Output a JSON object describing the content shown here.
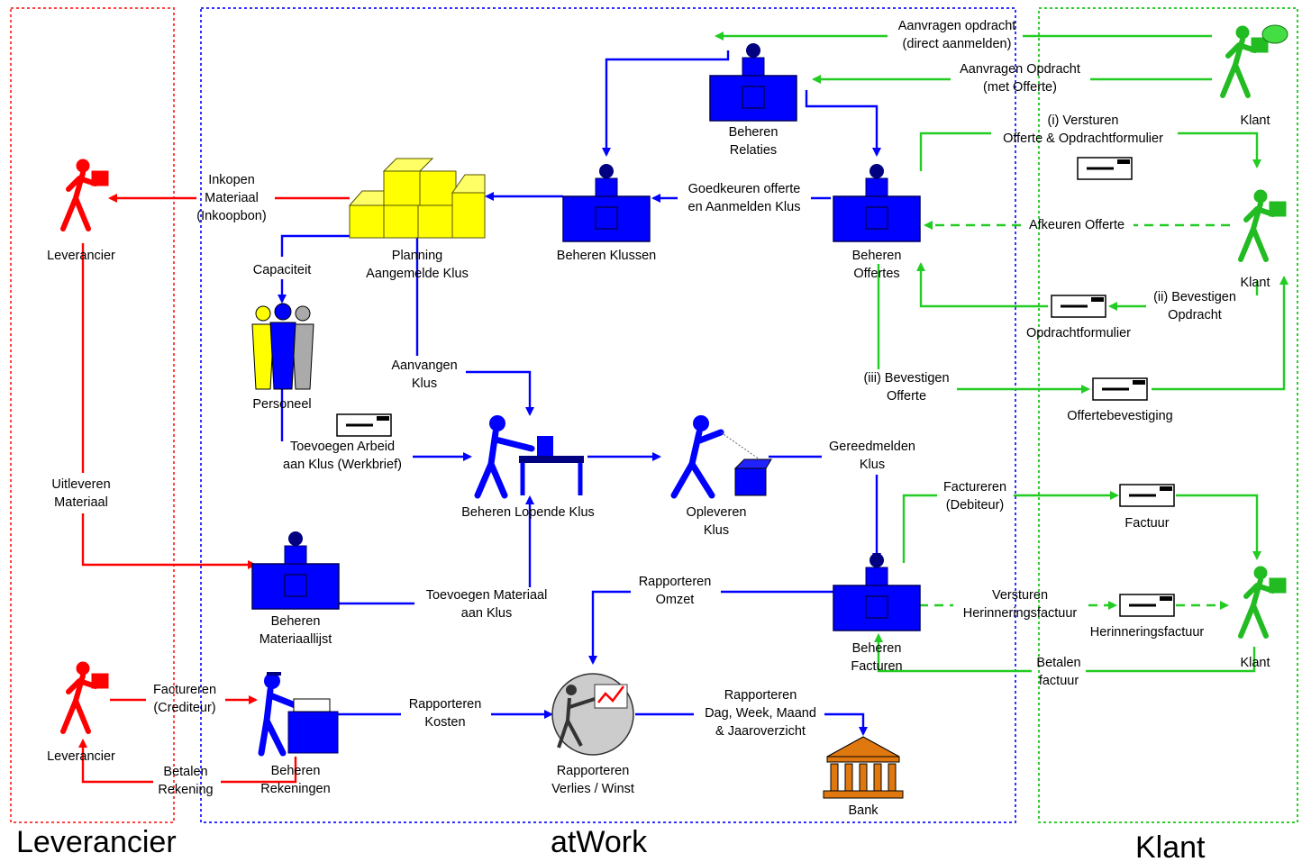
{
  "zones": {
    "left": "Leverancier",
    "middle": "atWork",
    "right": "Klant"
  },
  "colors": {
    "red": "#ff0000",
    "blue": "#0000ff",
    "green": "#22cc22",
    "yellow": "#ffff00",
    "bank": "#e07810"
  },
  "nodes": {
    "leverancier_top": "Leverancier",
    "leverancier_bottom": "Leverancier",
    "beheren_relaties_1": "Beheren",
    "beheren_relaties_2": "Relaties",
    "planning_1": "Planning",
    "planning_2": "Aangemelde Klus",
    "beheren_klussen": "Beheren Klussen",
    "beheren_offertes_1": "Beheren",
    "beheren_offertes_2": "Offertes",
    "personeel": "Personeel",
    "beheren_lopende_klus": "Beheren Lopende Klus",
    "opleveren_1": "Opleveren",
    "opleveren_2": "Klus",
    "beheren_materiaallijst_1": "Beheren",
    "beheren_materiaallijst_2": "Materiaallijst",
    "beheren_facturen_1": "Beheren",
    "beheren_facturen_2": "Facturen",
    "beheren_rekeningen_1": "Beheren",
    "beheren_rekeningen_2": "Rekeningen",
    "rapporteren_vw_1": "Rapporteren",
    "rapporteren_vw_2": "Verlies / Winst",
    "bank": "Bank",
    "klant_1": "Klant",
    "klant_2": "Klant",
    "klant_3": "Klant"
  },
  "documents": {
    "opdrachtformulier": "Opdrachtformulier",
    "offertebevestiging": "Offertebevestiging",
    "factuur": "Factuur",
    "herinneringsfactuur": "Herinneringsfactuur"
  },
  "flows": {
    "aanvragen_direct_1": "Aanvragen opdracht",
    "aanvragen_direct_2": "(direct aanmelden)",
    "aanvragen_offerte_1": "Aanvragen Opdracht",
    "aanvragen_offerte_2": "(met Offerte)",
    "versturen_offerte_1": "(i) Versturen",
    "versturen_offerte_2": "Offerte & Opdrachtformulier",
    "afkeuren_offerte": "Afkeuren Offerte",
    "bevestigen_opdracht_1": "(ii) Bevestigen",
    "bevestigen_opdracht_2": "Opdracht",
    "bevestigen_offerte_1": "(iii) Bevestigen",
    "bevestigen_offerte_2": "Offerte",
    "goedkeuren_1": "Goedkeuren offerte",
    "goedkeuren_2": "en Aanmelden Klus",
    "inkopen_1": "Inkopen",
    "inkopen_2": "Materiaal",
    "inkopen_3": "(Inkoopbon)",
    "capaciteit": "Capaciteit",
    "aanvangen_1": "Aanvangen",
    "aanvangen_2": "Klus",
    "toevoegen_arbeid_1": "Toevoegen Arbeid",
    "toevoegen_arbeid_2": "aan Klus (Werkbrief)",
    "gereedmelden_1": "Gereedmelden",
    "gereedmelden_2": "Klus",
    "uitleveren_1": "Uitleveren",
    "uitleveren_2": "Materiaal",
    "toevoegen_materiaal_1": "Toevoegen Materiaal",
    "toevoegen_materiaal_2": "aan Klus",
    "factureren_debiteur_1": "Factureren",
    "factureren_debiteur_2": "(Debiteur)",
    "rapporteren_omzet_1": "Rapporteren",
    "rapporteren_omzet_2": "Omzet",
    "versturen_herinnering_1": "Versturen",
    "versturen_herinnering_2": "Herinneringsfactuur",
    "betalen_factuur_1": "Betalen",
    "betalen_factuur_2": "factuur",
    "factureren_crediteur_1": "Factureren",
    "factureren_crediteur_2": "(Crediteur)",
    "betalen_rekening_1": "Betalen",
    "betalen_rekening_2": "Rekening",
    "rapporteren_kosten_1": "Rapporteren",
    "rapporteren_kosten_2": "Kosten",
    "rapporteren_dag_1": "Rapporteren",
    "rapporteren_dag_2": "Dag, Week, Maand",
    "rapporteren_dag_3": "& Jaaroverzicht"
  }
}
